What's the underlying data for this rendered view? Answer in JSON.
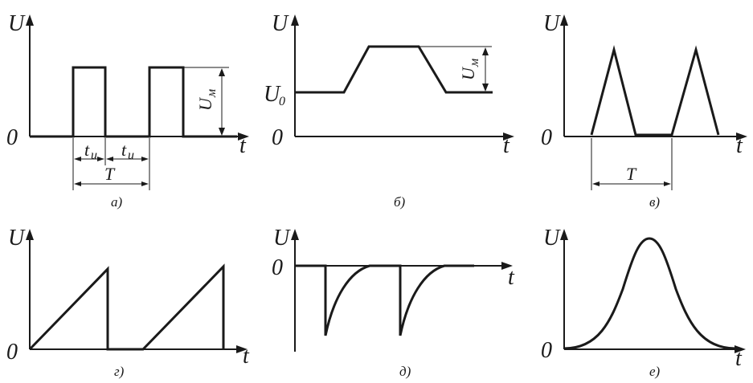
{
  "panels": {
    "a": {
      "caption": "а)",
      "y_axis": "U",
      "x_axis": "t",
      "origin": "0",
      "amplitude_label": "U",
      "amplitude_sub": "м",
      "pulse_label_1": "t",
      "pulse_sub_1": "и",
      "pulse_label_2": "t",
      "pulse_sub_2": "и",
      "period_label": "T"
    },
    "b": {
      "caption": "б)",
      "y_axis": "U",
      "x_axis": "t",
      "origin": "0",
      "offset_label": "U",
      "offset_sub": "0",
      "amplitude_label": "U",
      "amplitude_sub": "м"
    },
    "v": {
      "caption": "в)",
      "y_axis": "U",
      "x_axis": "t",
      "origin": "0",
      "period_label": "T"
    },
    "g": {
      "caption": "г)",
      "y_axis": "U",
      "x_axis": "t",
      "origin": "0"
    },
    "d": {
      "caption": "д)",
      "y_axis": "U",
      "x_axis": "t",
      "origin": "0"
    },
    "e": {
      "caption": "е)",
      "y_axis": "U",
      "x_axis": "t",
      "origin": "0"
    }
  }
}
